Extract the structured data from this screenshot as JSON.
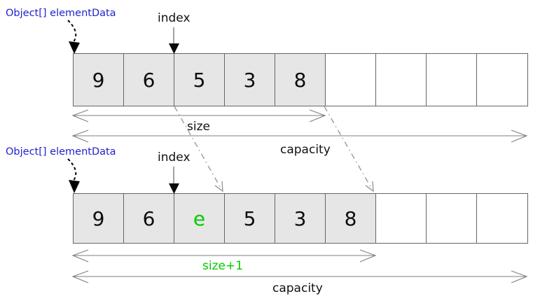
{
  "colors": {
    "blue": "#2222cc",
    "green": "#00cc00",
    "cell_fill": "#e6e6e6",
    "cell_border": "#666666",
    "arrow_gray": "#7f7f7f",
    "shift_gray": "#999999",
    "pointer_black": "#000000"
  },
  "top": {
    "pointer_label": "Object[] elementData",
    "index_label": "index",
    "cells": [
      "9",
      "6",
      "5",
      "3",
      "8",
      "",
      "",
      "",
      ""
    ],
    "size_label": "size",
    "capacity_label": "capacity"
  },
  "bottom": {
    "pointer_label": "Object[] elementData",
    "index_label": "index",
    "cells": [
      "9",
      "6",
      "e",
      "5",
      "3",
      "8",
      "",
      "",
      ""
    ],
    "size_label": "size+1",
    "capacity_label": "capacity"
  }
}
